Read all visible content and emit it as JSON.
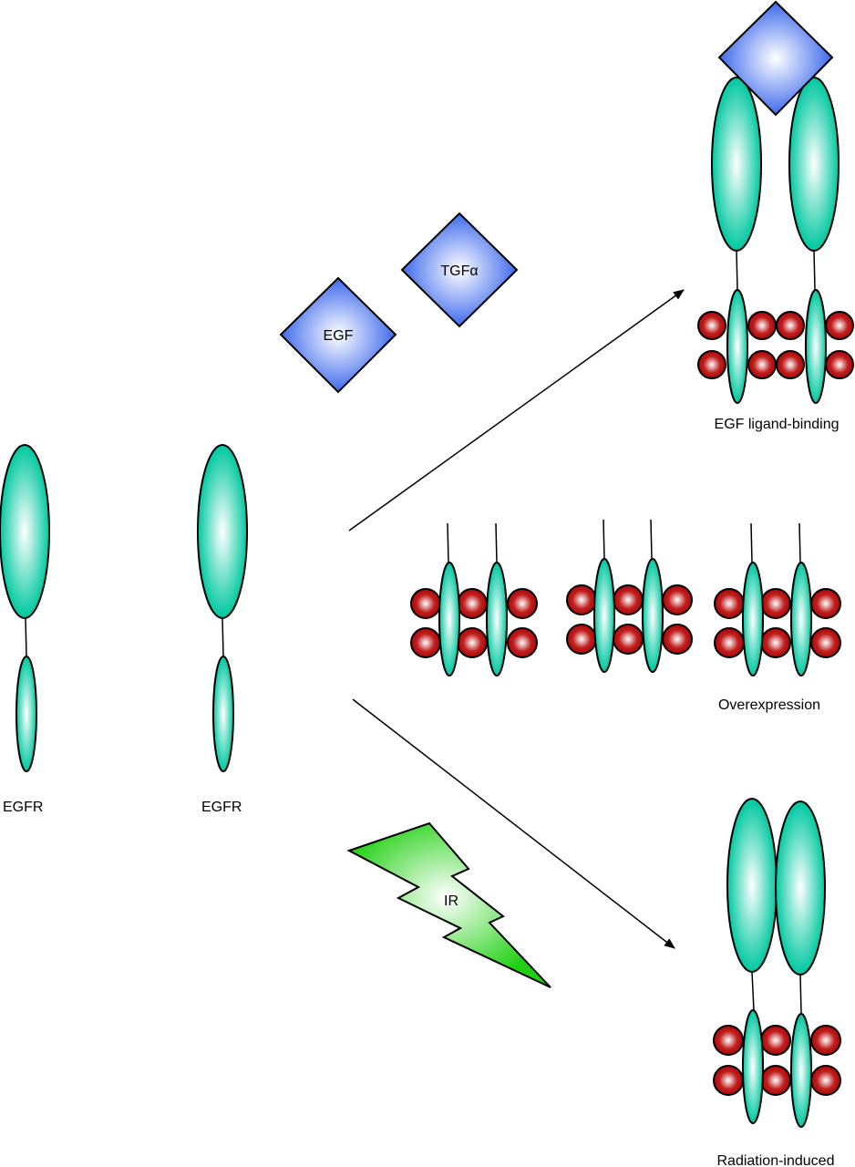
{
  "figure": {
    "receptors": [
      {
        "label": "EGFR"
      },
      {
        "label": "EGFR"
      }
    ],
    "ligands": [
      {
        "label": "EGF"
      },
      {
        "label": "TGFα"
      }
    ],
    "radiation": {
      "label": "IR"
    },
    "outcomes": [
      {
        "label": "EGF ligand-binding"
      },
      {
        "label": "Overexpression"
      },
      {
        "label": "Radiation-induced"
      }
    ]
  },
  "colors": {
    "receptor": "#00c8a0",
    "receptor_highlight": "#ffffff",
    "ligand": "#2a5bea",
    "ligand_highlight": "#ffffff",
    "phosphate": "#a80000",
    "phosphate_highlight": "#ffffff",
    "radiation": "#20d010",
    "radiation_highlight": "#ffffff",
    "outline": "#000000"
  }
}
